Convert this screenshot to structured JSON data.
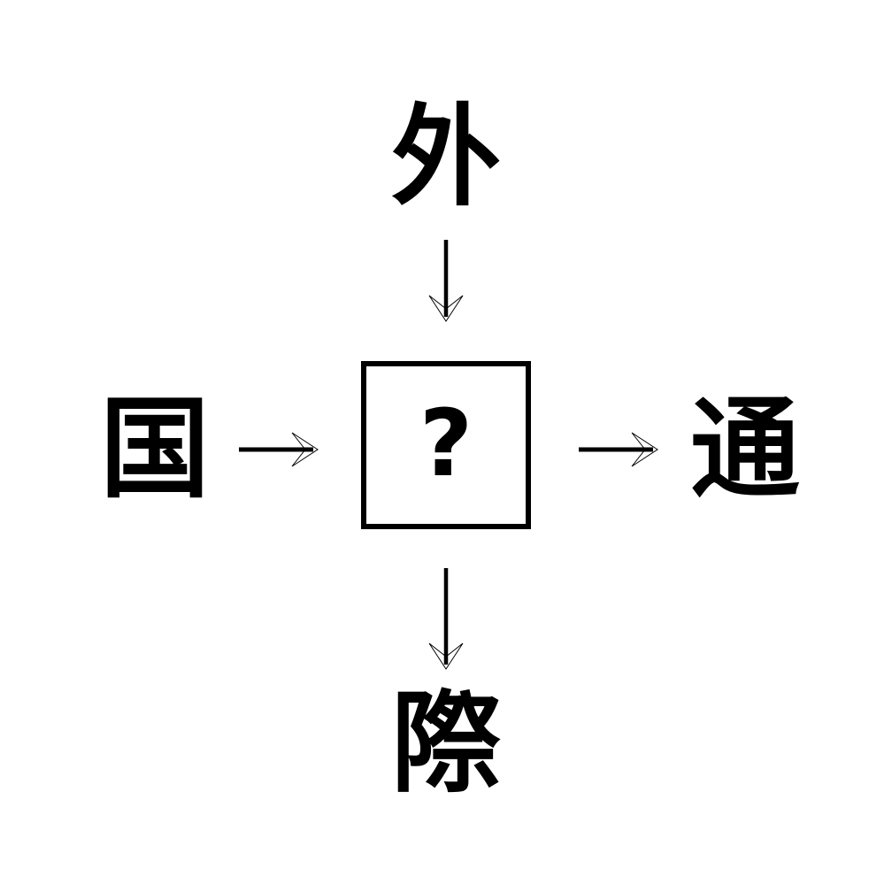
{
  "puzzle": {
    "type": "kanji-relation-diagram",
    "background_color": "#ffffff",
    "ink_color": "#000000",
    "top": {
      "character": "外",
      "icon": "kanji-gai-outside"
    },
    "left": {
      "character": "国",
      "icon": "kanji-koku-country"
    },
    "right": {
      "character": "通",
      "icon": "kanji-tsuu-pass-through"
    },
    "bottom": {
      "character": "際",
      "icon": "kanji-sai-occasion"
    },
    "center": {
      "value": "?",
      "label": "unknown-kanji"
    },
    "arrows": {
      "top_to_center": "↓",
      "left_to_center": "→",
      "center_to_right": "→",
      "center_to_bottom": "↓"
    }
  }
}
